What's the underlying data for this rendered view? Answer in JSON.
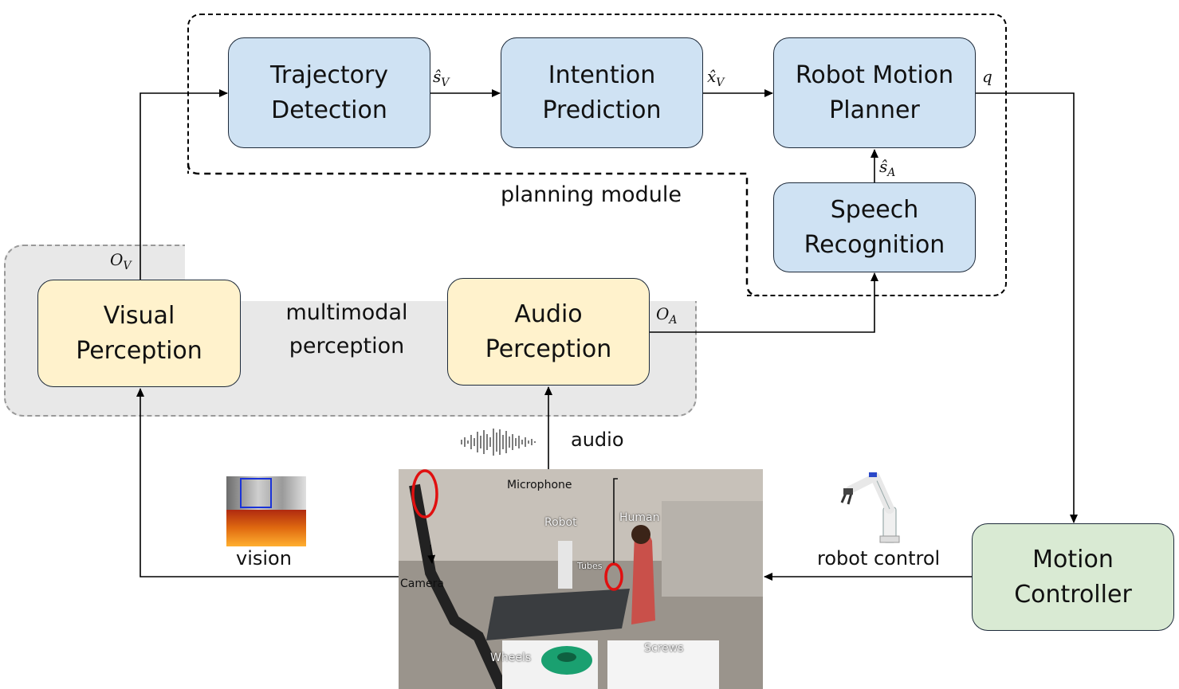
{
  "planning_module": {
    "label": "planning module",
    "trajectory_detection": [
      "Trajectory",
      "Detection"
    ],
    "intention_prediction": [
      "Intention",
      "Prediction"
    ],
    "robot_motion_planner": [
      "Robot Motion",
      "Planner"
    ],
    "speech_recognition": [
      "Speech",
      "Recognition"
    ]
  },
  "perception_module": {
    "label": [
      "multimodal",
      "perception"
    ],
    "visual_perception": [
      "Visual",
      "Perception"
    ],
    "audio_perception": [
      "Audio",
      "Perception"
    ]
  },
  "motion_controller": [
    "Motion",
    "Controller"
  ],
  "signals": {
    "s_v": "ŝ",
    "s_v_sub": "V",
    "x_v": "x̂",
    "x_v_sub": "V",
    "q": "q",
    "s_a": "ŝ",
    "s_a_sub": "A",
    "o_v": "O",
    "o_v_sub": "V",
    "o_a": "O",
    "o_a_sub": "A"
  },
  "io_labels": {
    "audio": "audio",
    "vision": "vision",
    "robot_control": "robot control"
  },
  "photo_labels": {
    "microphone": "Microphone",
    "robot": "Robot",
    "human": "Human",
    "tubes": "Tubes",
    "camera": "Camera",
    "wheels": "Wheels",
    "screws": "Screws"
  },
  "colors": {
    "planning_box": "#cfe2f3",
    "perception_box": "#fff2cc",
    "controller_box": "#d9ead3",
    "perception_region": "#e8e8e8",
    "highlight_circle": "#e01010",
    "detection_box": "#1a33d8"
  }
}
